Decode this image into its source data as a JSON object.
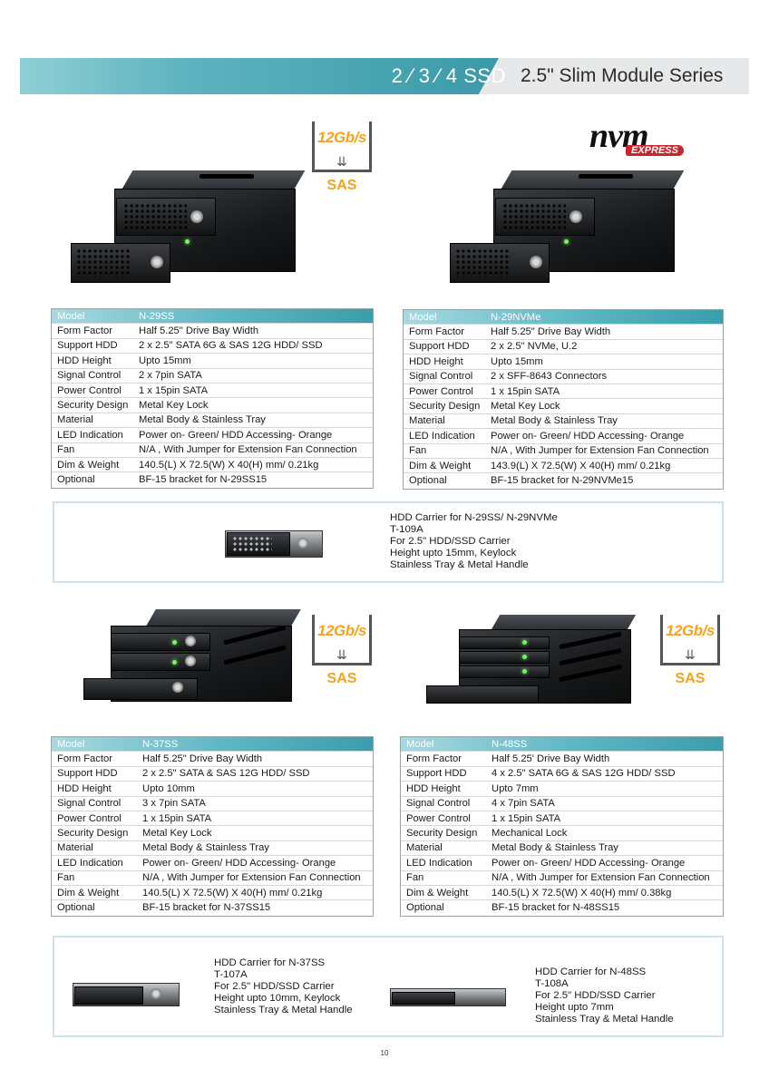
{
  "header": {
    "series": "2 ⁄ 3 ⁄ 4 SSD",
    "title": "2.5\" Slim Module Series"
  },
  "badges": {
    "speed": "12Gb/s",
    "interface": "SAS",
    "nvme_logo": "nvm",
    "nvme_express": "EXPRESS"
  },
  "products": [
    {
      "rows": [
        [
          "Model",
          "N-29SS"
        ],
        [
          "Form Factor",
          "Half 5.25\" Drive Bay Width"
        ],
        [
          "Support HDD",
          "2 x 2.5\" SATA 6G & SAS 12G HDD/ SSD"
        ],
        [
          "HDD Height",
          "Upto 15mm"
        ],
        [
          "Signal Control",
          "2 x 7pin SATA"
        ],
        [
          "Power Control",
          "1 x 15pin SATA"
        ],
        [
          "Security Design",
          "Metal Key Lock"
        ],
        [
          "Material",
          "Metal Body & Stainless Tray"
        ],
        [
          "LED Indication",
          "Power on- Green/ HDD Accessing- Orange"
        ],
        [
          "Fan",
          "N/A , With Jumper for Extension Fan Connection"
        ],
        [
          "Dim & Weight",
          "140.5(L) X 72.5(W) X 40(H) mm/ 0.21kg"
        ],
        [
          "Optional",
          "BF-15 bracket for N-29SS15"
        ]
      ]
    },
    {
      "rows": [
        [
          "Model",
          "N-29NVMe"
        ],
        [
          "Form Factor",
          "Half 5.25\" Drive Bay Width"
        ],
        [
          "Support HDD",
          "2 x 2.5\" NVMe, U.2"
        ],
        [
          "HDD Height",
          "Upto 15mm"
        ],
        [
          "Signal Control",
          "2 x SFF-8643 Connectors"
        ],
        [
          "Power Control",
          "1 x 15pin SATA"
        ],
        [
          "Security Design",
          "Metal Key Lock"
        ],
        [
          "Material",
          "Metal Body & Stainless Tray"
        ],
        [
          "LED Indication",
          "Power on- Green/ HDD Accessing- Orange"
        ],
        [
          "Fan",
          "N/A , With Jumper for Extension Fan Connection"
        ],
        [
          "Dim & Weight",
          "143.9(L) X 72.5(W) X 40(H) mm/ 0.21kg"
        ],
        [
          "Optional",
          "BF-15 bracket for N-29NVMe15"
        ]
      ]
    },
    {
      "rows": [
        [
          "Model",
          "N-37SS"
        ],
        [
          "Form Factor",
          "Half 5.25\" Drive Bay Width"
        ],
        [
          "Support HDD",
          "2 x 2.5\" SATA & SAS 12G HDD/ SSD"
        ],
        [
          "HDD Height",
          "Upto 10mm"
        ],
        [
          "Signal Control",
          "3 x 7pin SATA"
        ],
        [
          "Power Control",
          "1 x 15pin SATA"
        ],
        [
          "Security Design",
          "Metal Key Lock"
        ],
        [
          "Material",
          "Metal Body & Stainless Tray"
        ],
        [
          "LED Indication",
          "Power on- Green/ HDD Accessing- Orange"
        ],
        [
          "Fan",
          "N/A , With Jumper for Extension Fan Connection"
        ],
        [
          "Dim & Weight",
          "140.5(L) X 72.5(W) X 40(H) mm/ 0.21kg"
        ],
        [
          "Optional",
          "BF-15 bracket for N-37SS15"
        ]
      ]
    },
    {
      "rows": [
        [
          "Model",
          "N-48SS"
        ],
        [
          "Form Factor",
          "Half 5.25' Drive Bay Width"
        ],
        [
          "Support HDD",
          "4 x 2.5\" SATA 6G & SAS 12G HDD/ SSD"
        ],
        [
          "HDD Height",
          "Upto 7mm"
        ],
        [
          "Signal Control",
          "4 x 7pin SATA"
        ],
        [
          "Power Control",
          "1 x 15pin SATA"
        ],
        [
          "Security Design",
          "Mechanical Lock"
        ],
        [
          "Material",
          "Metal Body & Stainless Tray"
        ],
        [
          "LED Indication",
          "Power on- Green/ HDD Accessing- Orange"
        ],
        [
          "Fan",
          "N/A , With Jumper for Extension Fan Connection"
        ],
        [
          "Dim & Weight",
          "140.5(L) X 72.5(W) X 40(H) mm/ 0.38kg"
        ],
        [
          "Optional",
          "BF-15 bracket for N-48SS15"
        ]
      ]
    }
  ],
  "carriers": {
    "t109a": {
      "lines": [
        "HDD Carrier for N-29SS/ N-29NVMe",
        "T-109A",
        "For 2.5\" HDD/SSD Carrier",
        "Height upto 15mm, Keylock",
        "Stainless Tray & Metal Handle"
      ]
    },
    "t107a": {
      "lines": [
        "HDD Carrier for N-37SS",
        "T-107A",
        "For 2.5\" HDD/SSD Carrier",
        "Height upto 10mm, Keylock",
        "Stainless Tray & Metal Handle"
      ]
    },
    "t108a": {
      "lines": [
        "HDD Carrier for N-48SS",
        "T-108A",
        "For 2.5\" HDD/SSD Carrier",
        "Height upto 7mm",
        "Stainless Tray & Metal Handle"
      ]
    }
  },
  "page_number": "10"
}
